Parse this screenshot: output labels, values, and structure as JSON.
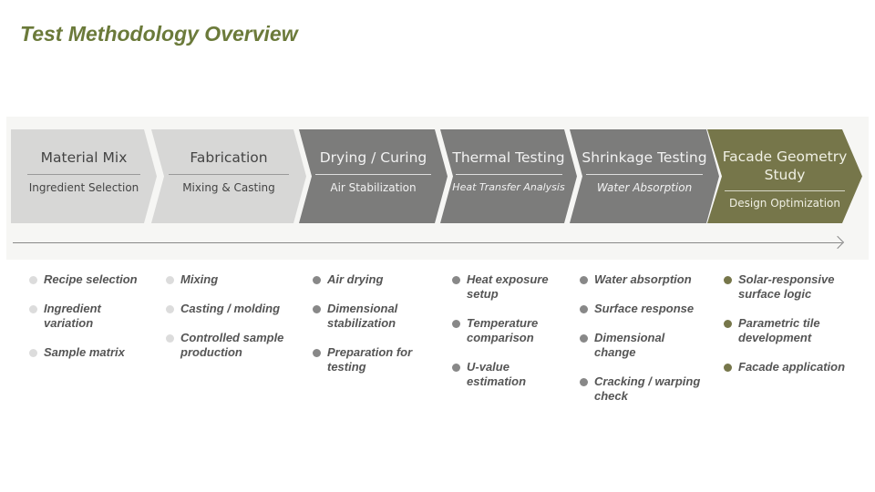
{
  "title": "Test Methodology Overview",
  "colors": {
    "title": "#6b7a3a",
    "light": "#d7d7d6",
    "dark": "#7c7c7b",
    "olive": "#76764a"
  },
  "steps": [
    {
      "title": "Material Mix",
      "subtitle": "Ingredient Selection"
    },
    {
      "title": "Fabrication",
      "subtitle": "Mixing & Casting"
    },
    {
      "title": "Drying / Curing",
      "subtitle": "Air Stabilization"
    },
    {
      "title": "Thermal Testing",
      "subtitle": "Heat Transfer Analysis"
    },
    {
      "title": "Shrinkage Testing",
      "subtitle": "Water Absorption"
    },
    {
      "title": "Facade Geometry Study",
      "subtitle": "Design Optimization"
    }
  ],
  "columns": [
    [
      "Recipe selection",
      "Ingredient variation",
      "Sample matrix"
    ],
    [
      "Mixing",
      "Casting / molding",
      "Controlled sample production"
    ],
    [
      "Air drying",
      "Dimensional stabilization",
      "Preparation for testing"
    ],
    [
      "Heat exposure setup",
      "Temperature comparison",
      "U-value estimation"
    ],
    [
      "Water absorption",
      "Surface response",
      "Dimensional change",
      "Cracking / warping check"
    ],
    [
      "Solar-responsive surface logic",
      "Parametric tile development",
      "Facade application"
    ]
  ]
}
